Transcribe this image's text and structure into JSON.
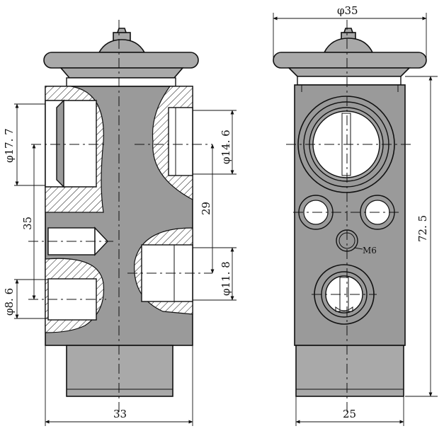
{
  "dimensions": {
    "left_d17_7": "φ17. 7",
    "left_d8_6": "φ8. 6",
    "left_35": "35",
    "mid_d14_6": "φ14. 6",
    "mid_29": "29",
    "mid_d11_8": "φ11. 8",
    "bottom_33": "33",
    "top_d35": "φ35",
    "right_72_5": "72. 5",
    "bottom_25": "25",
    "thread_m6": "M6"
  }
}
